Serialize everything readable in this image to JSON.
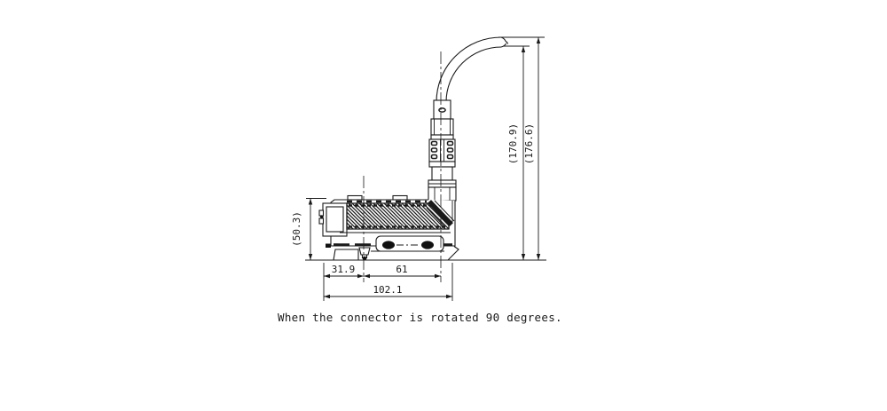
{
  "drawing": {
    "type": "technical-dimension-drawing",
    "caption": "When the connector is rotated 90 degrees.",
    "dimensions": {
      "body_height": "(50.3)",
      "left_edge_to_centerline": "31.9",
      "centerline_to_connector": "61",
      "overall_length": "102.1",
      "cable_height_inner": "(170.9)",
      "cable_height_outer": "(176.6)"
    },
    "colors": {
      "line": "#1a1a1a",
      "background": "#ffffff",
      "fill_dark": "#111111"
    }
  }
}
